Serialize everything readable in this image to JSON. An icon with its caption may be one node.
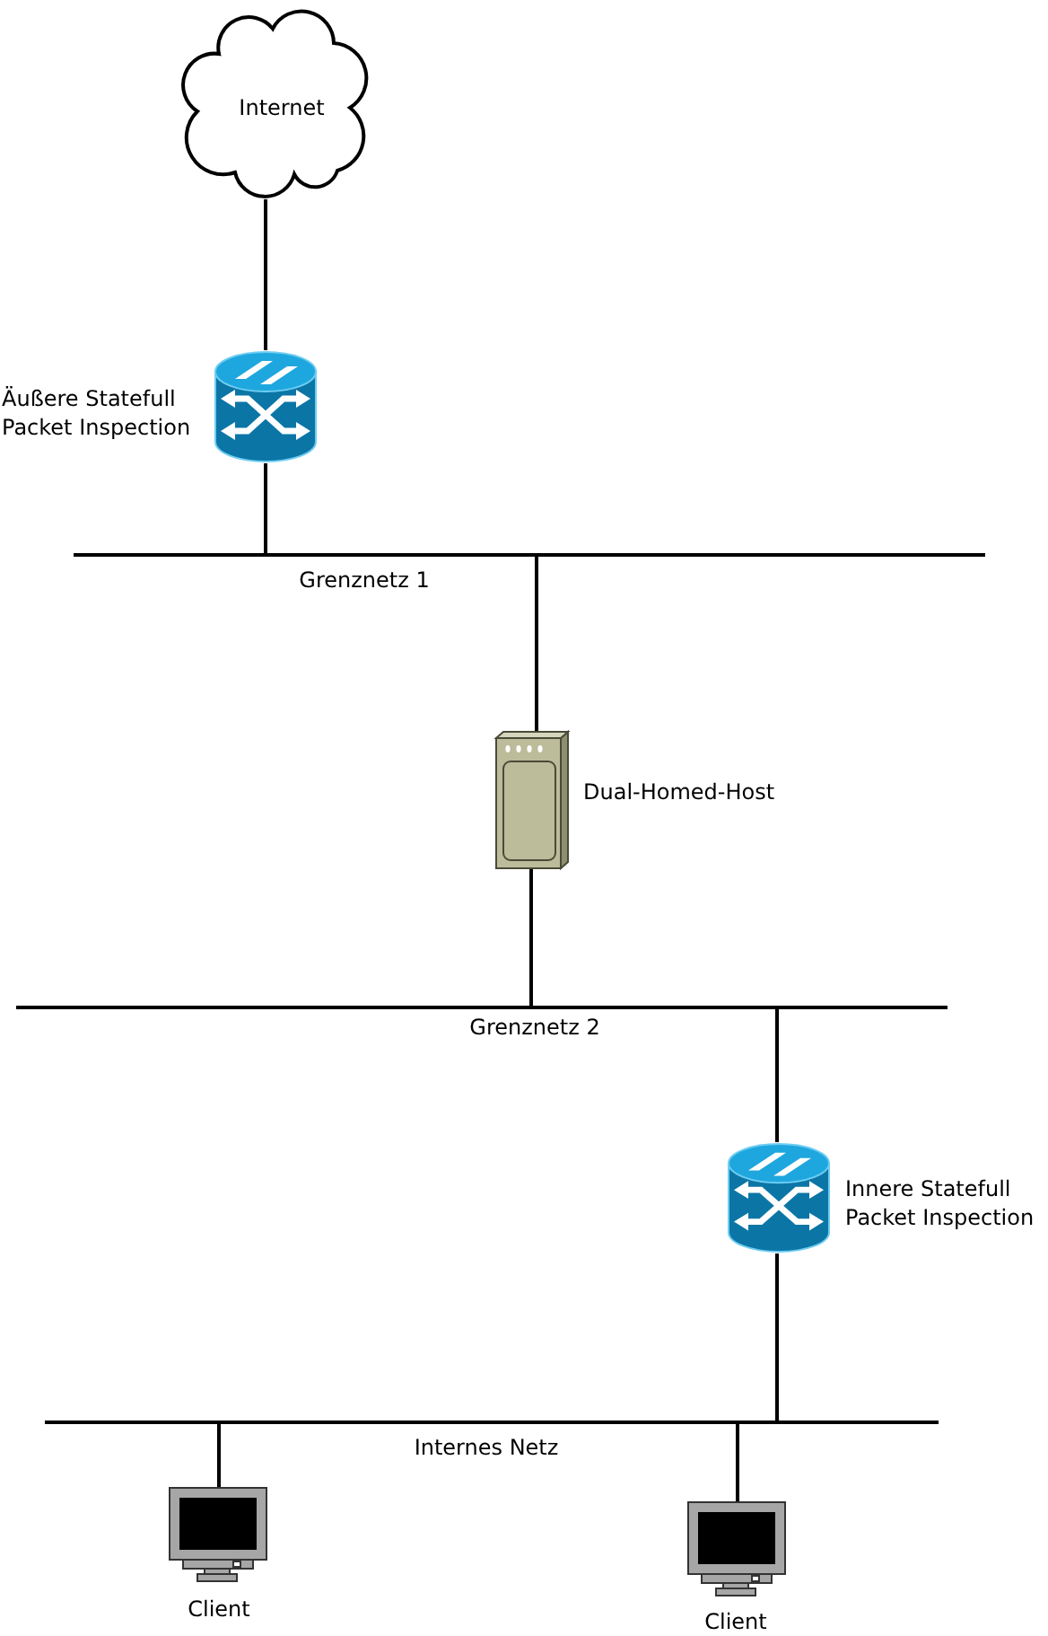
{
  "diagram": {
    "nodes": [
      {
        "text": [
          "Internet"
        ]
      },
      {
        "text": [],
        "shape": "picture",
        "beside": [
          "Äußere Statefull Packet Inspection"
        ]
      },
      {
        "text": [],
        "shape": "bar",
        "beside": [
          "Grenznetz 1"
        ]
      },
      {
        "text": [],
        "shape": "picture",
        "beside": [
          "Dual-Homed-Host"
        ]
      },
      {
        "text": [],
        "shape": "bar",
        "beside": [
          "Grenznetz 2"
        ]
      },
      {
        "text": [],
        "shape": "picture",
        "beside": [
          "Innere Statefull Packet Inspection"
        ]
      },
      {
        "text": [],
        "shape": "bar",
        "beside": [
          "Internes Netz"
        ]
      },
      {
        "text": [],
        "shape": "picture",
        "beside": [
          "Client"
        ]
      },
      {
        "text": [],
        "shape": "picture",
        "beside": [
          "Client"
        ]
      }
    ],
    "edges": [
      {
        "from": 0,
        "to": 1,
        "arrow": "none"
      },
      {
        "from": 1,
        "to": 2,
        "arrow": "none"
      },
      {
        "from": 2,
        "to": 3,
        "arrow": "none"
      },
      {
        "from": 3,
        "to": 4,
        "arrow": "none"
      },
      {
        "from": 4,
        "to": 5,
        "arrow": "none"
      },
      {
        "from": 5,
        "to": 6,
        "arrow": "none"
      },
      {
        "from": 6,
        "to": 7,
        "arrow": "none"
      },
      {
        "from": 6,
        "to": 8,
        "arrow": "none"
      }
    ]
  }
}
